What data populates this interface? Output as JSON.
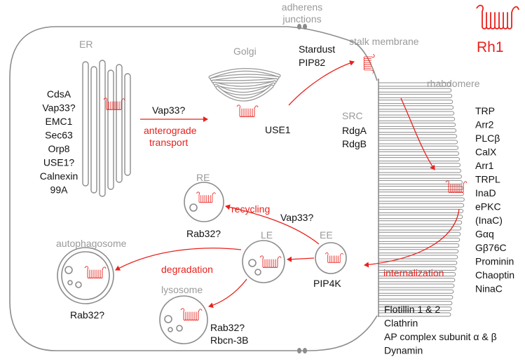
{
  "labels": {
    "adherens_junctions_line1": "adherens",
    "adherens_junctions_line2": "junctions",
    "stalk_membrane": "stalk membrane",
    "rh1": "Rh1",
    "er": "ER",
    "golgi": "Golgi",
    "rhabdomere": "rhabdomere",
    "src": "SRC",
    "re": "RE",
    "le": "LE",
    "ee": "EE",
    "autophagosome": "autophagosome",
    "lysosome": "lysosome"
  },
  "er_proteins": [
    "CdsA",
    "Vap33?",
    "EMC1",
    "Sec63",
    "Orp8",
    "USE1?",
    "Calnexin",
    "99A"
  ],
  "golgi_protein": "USE1",
  "stalk_proteins": [
    "Stardust",
    "PIP82"
  ],
  "src_proteins": [
    "RdgA",
    "RdgB"
  ],
  "rhabdomere_proteins": [
    "TRP",
    "Arr2",
    "PLCβ",
    "CalX",
    "Arr1",
    "TRPL",
    "InaD",
    "ePKC",
    "(InaC)",
    "Gαq",
    "Gβ76C",
    "Prominin",
    "Chaoptin",
    "NinaC"
  ],
  "endocytosis_proteins": [
    "Flotillin 1 & 2",
    "Clathrin",
    "AP complex subunit α & β",
    "Dynamin"
  ],
  "process_labels": {
    "vap33_transport": "Vap33?",
    "anterograde_line1": "anterograde",
    "anterograde_line2": "transport",
    "recycling": "recycling",
    "vap33_recycling": "Vap33?",
    "degradation": "degradation",
    "internalization": "internalization"
  },
  "compartment_proteins": {
    "re": "Rab32?",
    "ee": "PIP4K",
    "autophagosome": "Rab32?",
    "lysosome_line1": "Rab32?",
    "lysosome_line2": "Rbcn-3B"
  },
  "colors": {
    "rh1_red": "#e8211c",
    "outline_gray": "#8c8c8c",
    "label_gray": "#9a9a9a",
    "text_black": "#111111"
  }
}
